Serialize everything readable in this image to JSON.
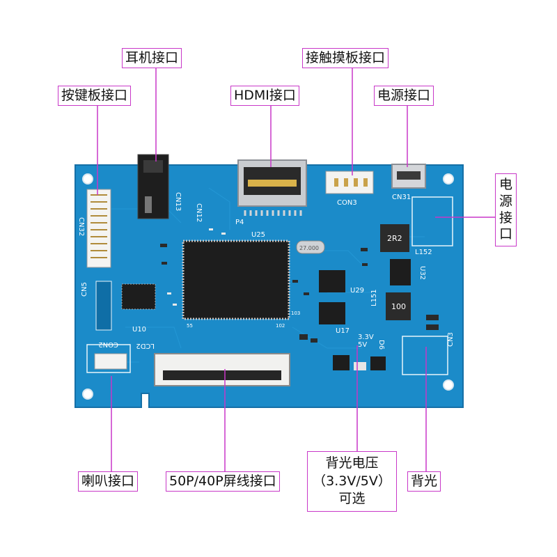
{
  "colors": {
    "board": "#1b8bc9",
    "board_edge": "#156fa6",
    "leader": "#c837c8"
  },
  "labels": {
    "earphone": "耳机接口",
    "touch_panel": "接触摸板接口",
    "keypad_board": "按键板接口",
    "hdmi": "HDMI接口",
    "power_top": "电源接口",
    "power_side": "电源接口",
    "speaker": "喇叭接口",
    "screen_line": "50P/40P屏线接口",
    "backlight_voltage": "背光电压（3.3V/5V）可选",
    "backlight": "背光"
  },
  "silkscreen": {
    "cn32": "CN32",
    "cn13": "CN13",
    "cn12": "CN12",
    "p4": "P4",
    "con3": "CON3",
    "cn31": "CN31",
    "con2": "CON2",
    "cn5": "CN5",
    "u10": "U10",
    "u25": "U25",
    "u29": "U29",
    "u17": "U17",
    "u32": "U32",
    "l151": "L151",
    "l152": "L152",
    "cn3": "CN3",
    "lcd2": "LCD2",
    "v33": "3.3V",
    "v5": "5V",
    "d6": "D6",
    "pin55": "55",
    "pin102": "102",
    "pin103": "103",
    "chip_2r2": "2R2",
    "chip_100": "100",
    "xtal": "27.000"
  }
}
